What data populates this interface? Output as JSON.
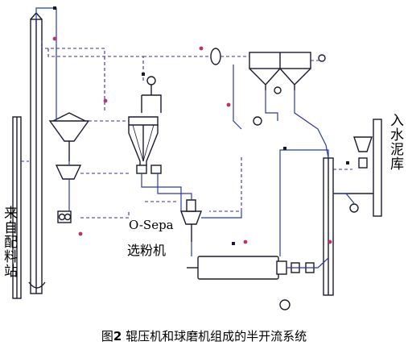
{
  "labels": {
    "source_station": "来自配料站",
    "cement_silo": "入水泥库",
    "separator_model": "O-Sepa",
    "separator_name": "选粉机"
  },
  "caption": {
    "prefix": "图",
    "number": "2",
    "text": "辊压机和球磨机组成的半开流系统"
  },
  "colors": {
    "equipment_line": "#1a1a2e",
    "process_line": "#2b3aa8",
    "air_duct_dashed": "#3a2fa0",
    "accent_valve": "#c0306a"
  }
}
